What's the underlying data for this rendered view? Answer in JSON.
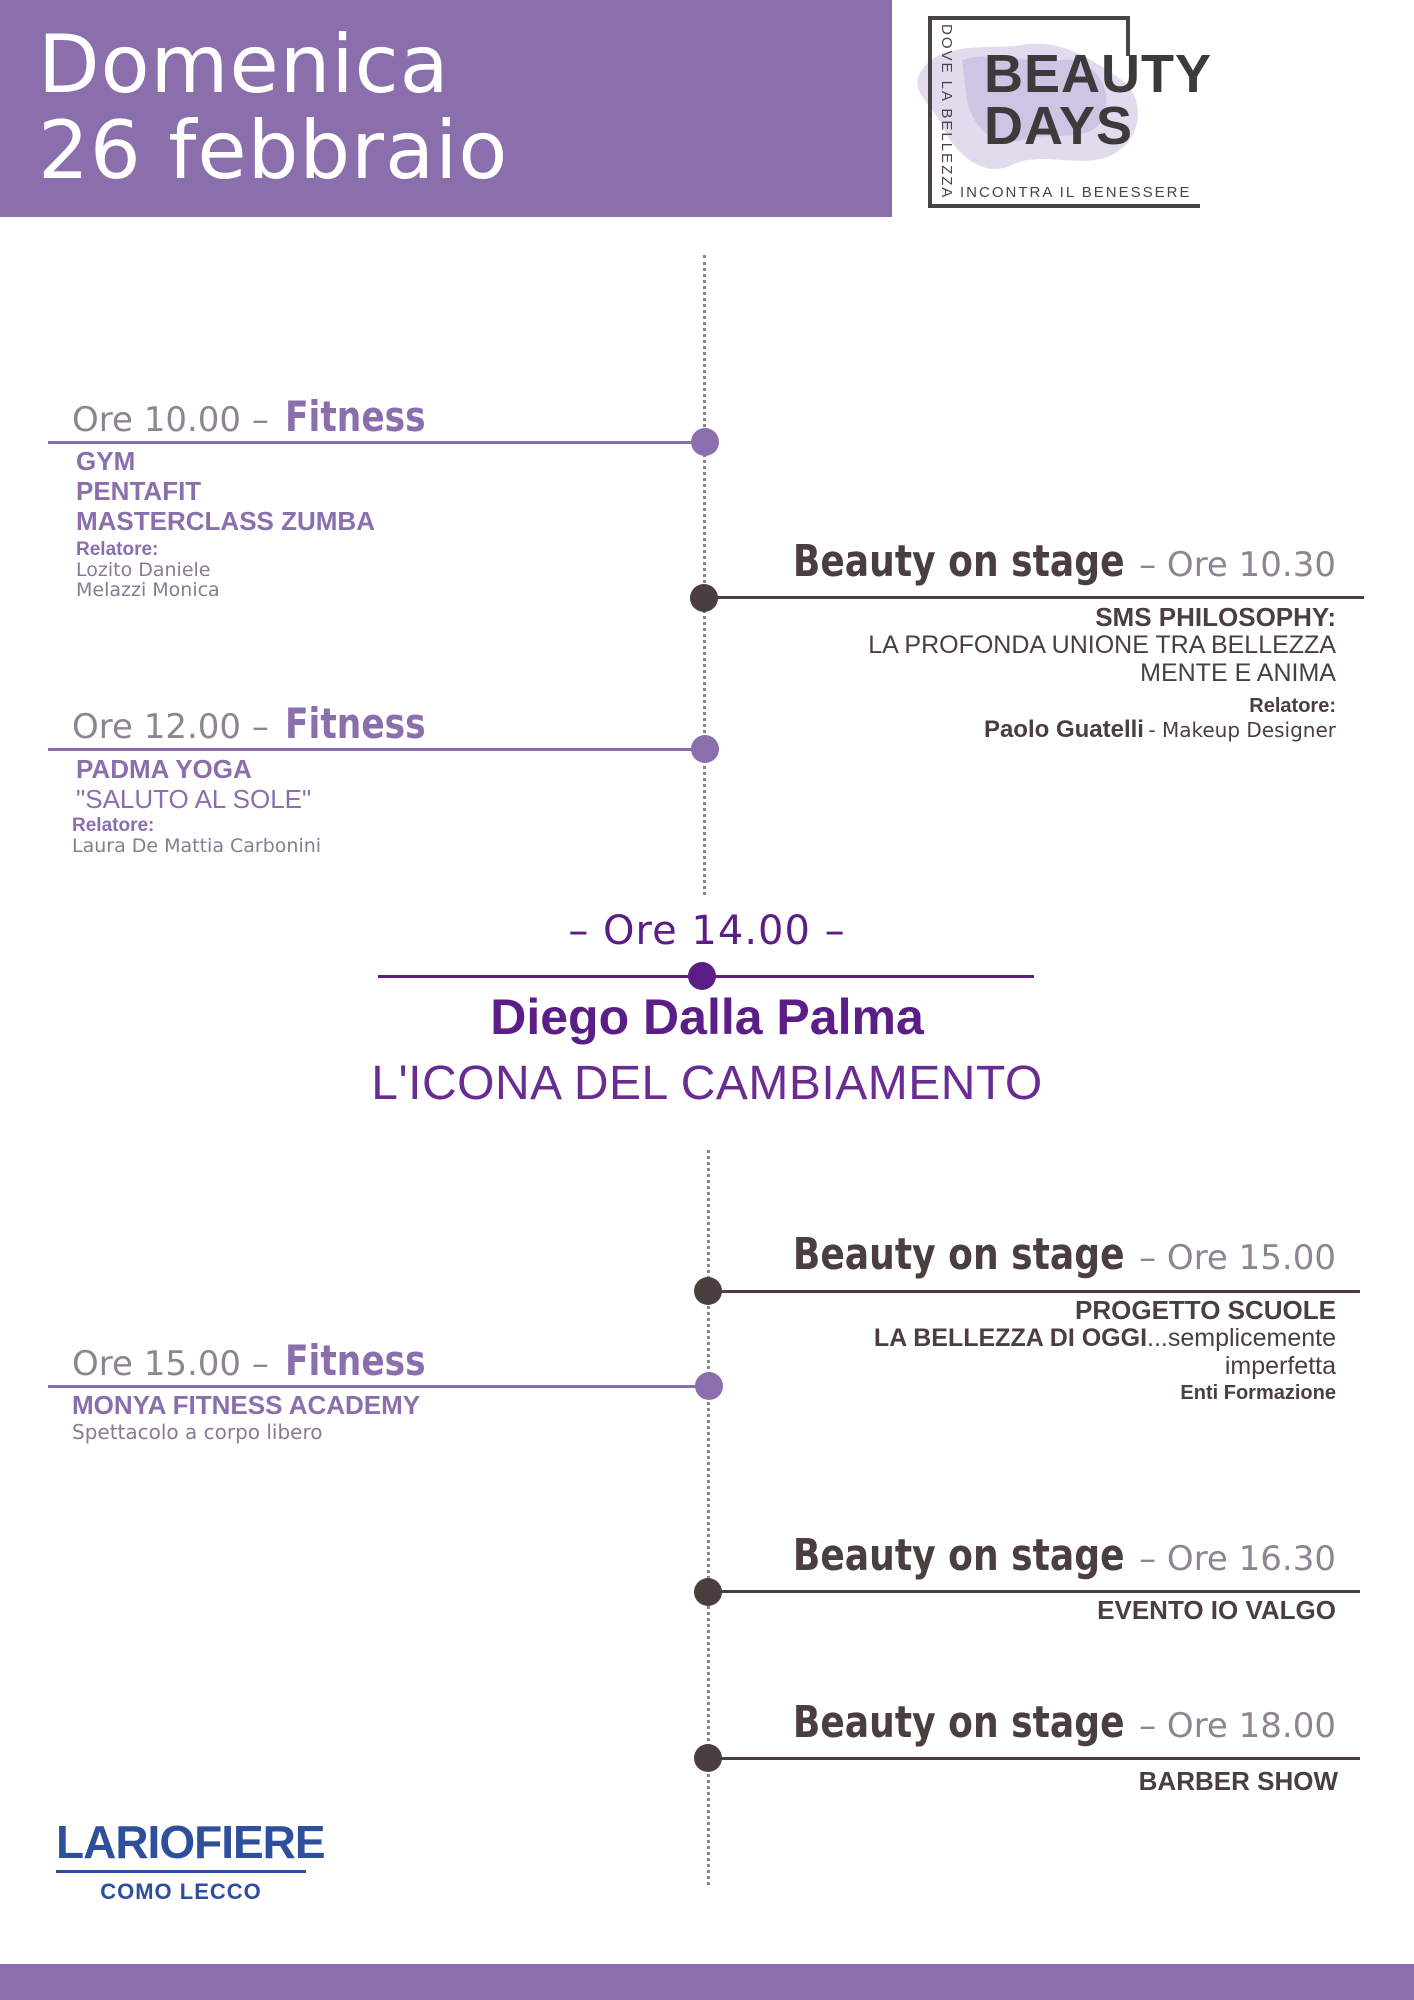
{
  "header": {
    "line1": "Domenica",
    "line2": "26 febbraio"
  },
  "logo": {
    "vertical": "DOVE LA BELLEZZA",
    "word1": "BEAUTY",
    "word2": "DAYS",
    "sub": "INCONTRA IL BENESSERE"
  },
  "left_events": [
    {
      "time": "Ore 10.00 –",
      "category": "Fitness",
      "titles": [
        "GYM",
        "PENTAFIT",
        "MASTERCLASS ZUMBA"
      ],
      "relatore_label": "Relatore:",
      "speakers": [
        "Lozito Daniele",
        "Melazzi Monica"
      ]
    },
    {
      "time": "Ore 12.00 –",
      "category": "Fitness",
      "title": "PADMA YOGA",
      "subtitle": "\"SALUTO AL SOLE\"",
      "relatore_label": "Relatore:",
      "speaker": "Laura De Mattia Carbonini"
    },
    {
      "time": "Ore 15.00 –",
      "category": "Fitness",
      "title": "MONYA FITNESS ACADEMY",
      "description": "Spettacolo a corpo libero"
    }
  ],
  "right_events": [
    {
      "category": "Beauty on stage",
      "time": "– Ore 10.30",
      "title": "SMS PHILOSOPHY:",
      "lines": [
        "LA PROFONDA UNIONE TRA BELLEZZA",
        "MENTE E ANIMA"
      ],
      "relatore_label": "Relatore:",
      "speaker": "Paolo Guatelli",
      "speaker_role": "- Makeup Designer"
    },
    {
      "category": "Beauty on stage",
      "time": "– Ore 15.00",
      "title": "PROGETTO SCUOLE",
      "line_bold": "LA BELLEZZA DI OGGI",
      "line_rest": "...semplicemente",
      "line2": "imperfetta",
      "note": "Enti Formazione"
    },
    {
      "category": "Beauty on stage",
      "time": "– Ore 16.30",
      "title": "EVENTO IO VALGO"
    },
    {
      "category": "Beauty on stage",
      "time": "– Ore 18.00",
      "title": "BARBER SHOW"
    }
  ],
  "highlight": {
    "time": "– Ore 14.00 –",
    "name": "Diego Dalla Palma",
    "tagline": "L'ICONA DEL CAMBIAMENTO"
  },
  "footer": {
    "brand": "LARIOFIERE",
    "brand_sub": "COMO LECCO"
  },
  "colors": {
    "purple": "#8b6fad",
    "dark": "#4a3e3f",
    "deep_purple": "#5b1e86",
    "brand_blue": "#2e4f9b"
  }
}
